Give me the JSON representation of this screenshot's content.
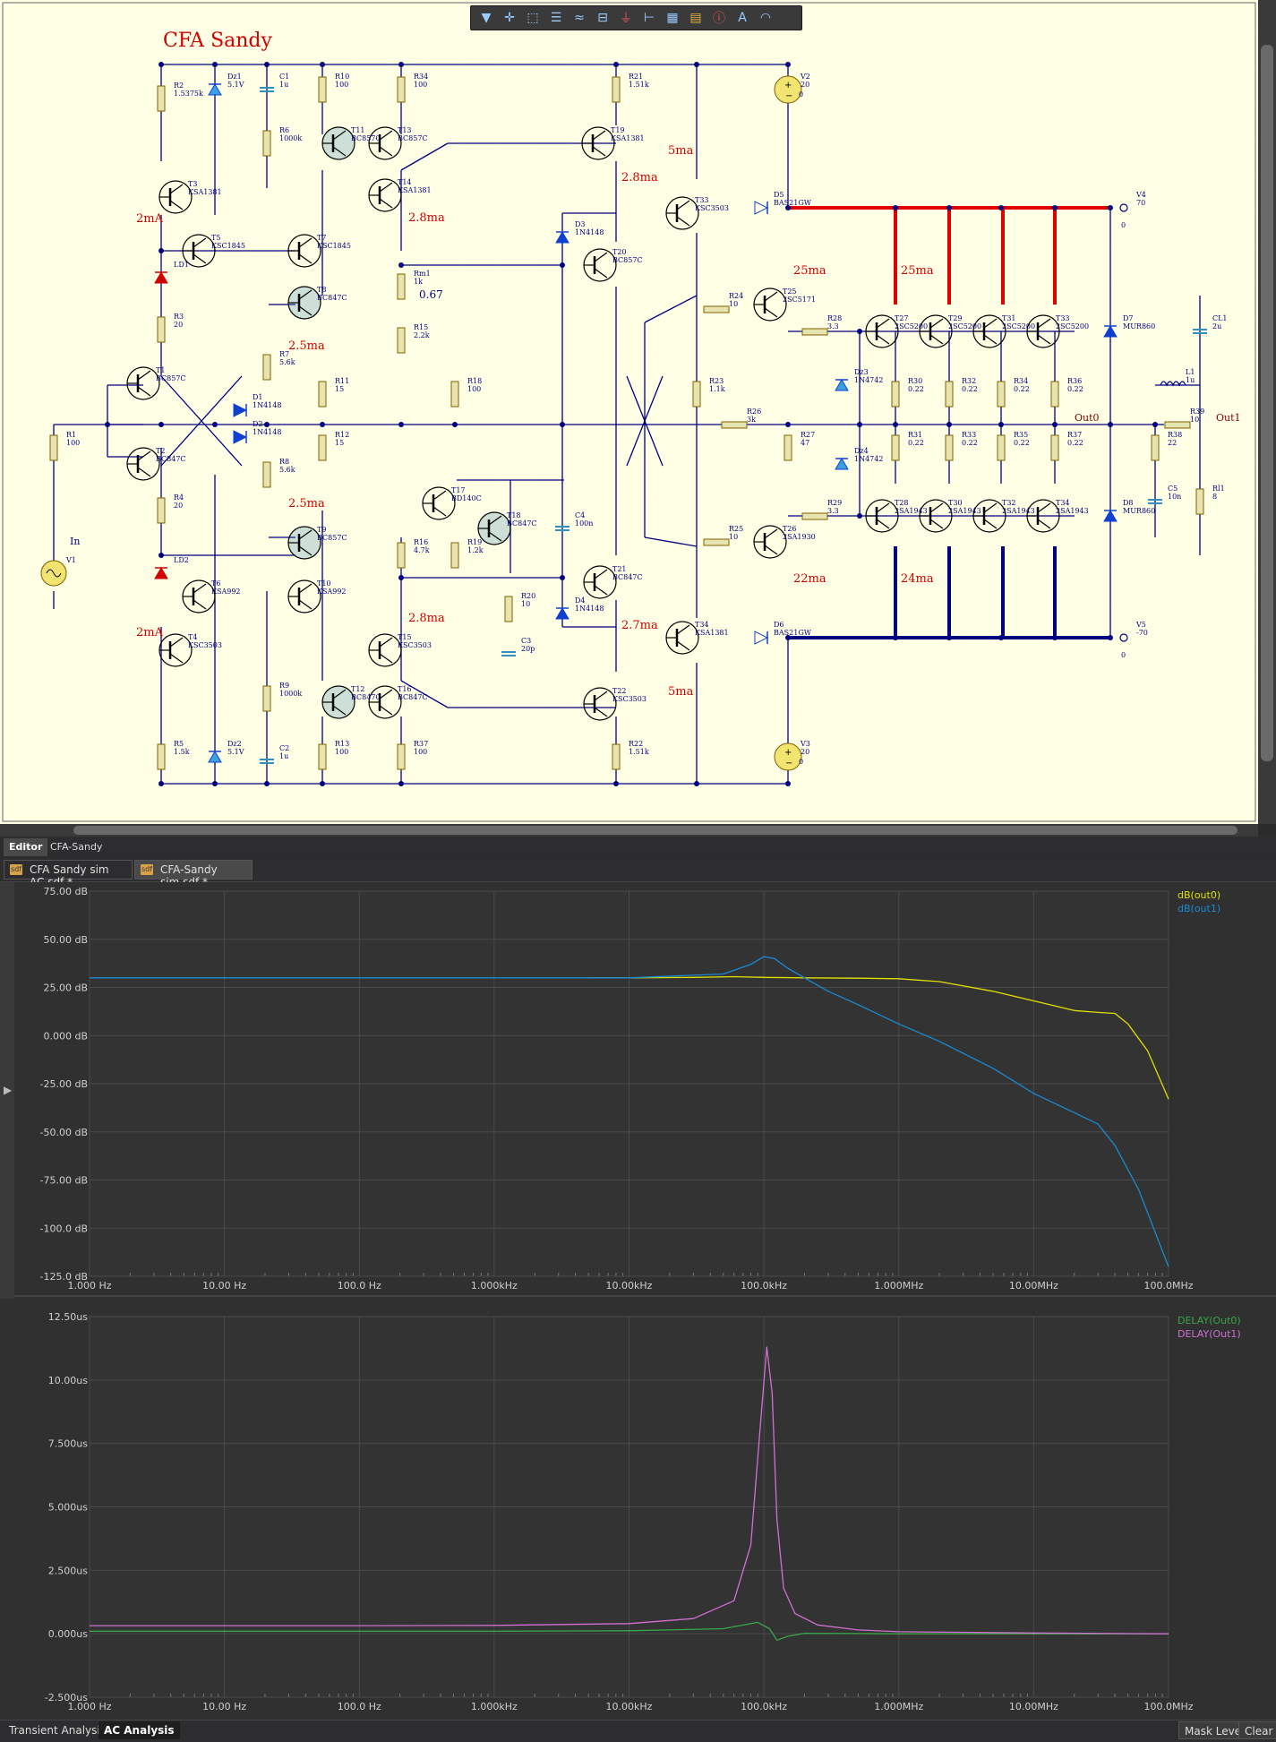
{
  "schematic": {
    "title": "CFA Sandy",
    "current_labels": [
      {
        "id": "c1",
        "text": "2mA"
      },
      {
        "id": "c2",
        "text": "2mA"
      },
      {
        "id": "c3",
        "text": "2.5ma"
      },
      {
        "id": "c4",
        "text": "2.5ma"
      },
      {
        "id": "c5",
        "text": "2.8ma"
      },
      {
        "id": "c6",
        "text": "2.8ma"
      },
      {
        "id": "c7",
        "text": "2.8ma"
      },
      {
        "id": "c8",
        "text": "5ma"
      },
      {
        "id": "c9",
        "text": "2.7ma"
      },
      {
        "id": "c10",
        "text": "5ma"
      },
      {
        "id": "c11",
        "text": "25ma"
      },
      {
        "id": "c12",
        "text": "25ma"
      },
      {
        "id": "c13",
        "text": "22ma"
      },
      {
        "id": "c14",
        "text": "24ma"
      }
    ],
    "components": [
      {
        "id": "R2",
        "name": "R2",
        "value": "1.5375k"
      },
      {
        "id": "Dz1",
        "name": "Dz1",
        "value": "5.1V"
      },
      {
        "id": "C1",
        "name": "C1",
        "value": "1u"
      },
      {
        "id": "R10",
        "name": "R10",
        "value": "100"
      },
      {
        "id": "R34",
        "name": "R34",
        "value": "100"
      },
      {
        "id": "R21",
        "name": "R21",
        "value": "1.51k"
      },
      {
        "id": "T11",
        "name": "T11",
        "value": "BC857C"
      },
      {
        "id": "T13",
        "name": "T13",
        "value": "BC857C"
      },
      {
        "id": "T19",
        "name": "T19",
        "value": "KSA1381"
      },
      {
        "id": "R6",
        "name": "R6",
        "value": "1000k"
      },
      {
        "id": "T3",
        "name": "T3",
        "value": "KSA1381"
      },
      {
        "id": "T14",
        "name": "T14",
        "value": "KSA1381"
      },
      {
        "id": "T33a",
        "name": "T33",
        "value": "KSC3503"
      },
      {
        "id": "T5",
        "name": "T5",
        "value": "KSC1845"
      },
      {
        "id": "T7",
        "name": "T7",
        "value": "KSC1845"
      },
      {
        "id": "D3",
        "name": "D3",
        "value": "1N4148"
      },
      {
        "id": "T20",
        "name": "T20",
        "value": "BC857C"
      },
      {
        "id": "D5",
        "name": "D5",
        "value": "BAS21GW"
      },
      {
        "id": "LD1",
        "name": "LD1",
        "value": ""
      },
      {
        "id": "T8",
        "name": "T8",
        "value": "BC847C"
      },
      {
        "id": "Rm1",
        "name": "Rm1",
        "value": "1k"
      },
      {
        "id": "R24",
        "name": "R24",
        "value": "10"
      },
      {
        "id": "T25",
        "name": "T25",
        "value": "2SC5171"
      },
      {
        "id": "R3",
        "name": "R3",
        "value": "20"
      },
      {
        "id": "R7",
        "name": "R7",
        "value": "5.6k"
      },
      {
        "id": "R15",
        "name": "R15",
        "value": "2.2k"
      },
      {
        "id": "R28",
        "name": "R28",
        "value": "3.3"
      },
      {
        "id": "T1",
        "name": "T1",
        "value": "BC857C"
      },
      {
        "id": "D1",
        "name": "D1",
        "value": "1N4148"
      },
      {
        "id": "R11",
        "name": "R11",
        "value": "15"
      },
      {
        "id": "R18",
        "name": "R18",
        "value": "100"
      },
      {
        "id": "R23",
        "name": "R23",
        "value": "1.1k"
      },
      {
        "id": "R1",
        "name": "R1",
        "value": "100"
      },
      {
        "id": "D2",
        "name": "D2",
        "value": "1N4148"
      },
      {
        "id": "R12",
        "name": "R12",
        "value": "15"
      },
      {
        "id": "R26",
        "name": "R26",
        "value": "3k"
      },
      {
        "id": "R27",
        "name": "R27",
        "value": "47"
      },
      {
        "id": "T2",
        "name": "T2",
        "value": "BC847C"
      },
      {
        "id": "R8",
        "name": "R8",
        "value": "5.6k"
      },
      {
        "id": "T17",
        "name": "T17",
        "value": "BD140C"
      },
      {
        "id": "T18",
        "name": "T18",
        "value": "BC847C"
      },
      {
        "id": "R4",
        "name": "R4",
        "value": "20"
      },
      {
        "id": "T9",
        "name": "T9",
        "value": "BC857C"
      },
      {
        "id": "C4",
        "name": "C4",
        "value": "100n"
      },
      {
        "id": "R16",
        "name": "R16",
        "value": "4.7k"
      },
      {
        "id": "R19",
        "name": "R19",
        "value": "1.2k"
      },
      {
        "id": "R25",
        "name": "R25",
        "value": "10"
      },
      {
        "id": "T26",
        "name": "T26",
        "value": "2SA1930"
      },
      {
        "id": "R29",
        "name": "R29",
        "value": "3.3"
      },
      {
        "id": "V1",
        "name": "V1",
        "value": ""
      },
      {
        "id": "LD2",
        "name": "LD2",
        "value": ""
      },
      {
        "id": "T6",
        "name": "T6",
        "value": "KSA992"
      },
      {
        "id": "T10",
        "name": "T10",
        "value": "KSA992"
      },
      {
        "id": "T21",
        "name": "T21",
        "value": "BC847C"
      },
      {
        "id": "R20",
        "name": "R20",
        "value": "10"
      },
      {
        "id": "D4",
        "name": "D4",
        "value": "1N4148"
      },
      {
        "id": "T4",
        "name": "T4",
        "value": "KSC3503"
      },
      {
        "id": "T15",
        "name": "T15",
        "value": "KSC3503"
      },
      {
        "id": "T34",
        "name": "T34",
        "value": "KSA1381"
      },
      {
        "id": "D6",
        "name": "D6",
        "value": "BAS21GW"
      },
      {
        "id": "C3",
        "name": "C3",
        "value": "20p"
      },
      {
        "id": "R9",
        "name": "R9",
        "value": "1000k"
      },
      {
        "id": "T12",
        "name": "T12",
        "value": "BC847C"
      },
      {
        "id": "T16",
        "name": "T16",
        "value": "BC847C"
      },
      {
        "id": "T22",
        "name": "T22",
        "value": "KSC3503"
      },
      {
        "id": "R5",
        "name": "R5",
        "value": "1.5k"
      },
      {
        "id": "Dz2",
        "name": "Dz2",
        "value": "5.1V"
      },
      {
        "id": "C2",
        "name": "C2",
        "value": "1u"
      },
      {
        "id": "R13",
        "name": "R13",
        "value": "100"
      },
      {
        "id": "R37",
        "name": "R37",
        "value": "100"
      },
      {
        "id": "R22",
        "name": "R22",
        "value": "1.51k"
      },
      {
        "id": "T27",
        "name": "T27",
        "value": "2SC5200"
      },
      {
        "id": "T29",
        "name": "T29",
        "value": "2SC5200"
      },
      {
        "id": "T31",
        "name": "T31",
        "value": "2SC5200"
      },
      {
        "id": "T33b",
        "name": "T33",
        "value": "2SC5200"
      },
      {
        "id": "T28",
        "name": "T28",
        "value": "2SA1943"
      },
      {
        "id": "T30",
        "name": "T30",
        "value": "2SA1943"
      },
      {
        "id": "T32",
        "name": "T32",
        "value": "2SA1943"
      },
      {
        "id": "T34b",
        "name": "T34",
        "value": "2SA1943"
      },
      {
        "id": "R30",
        "name": "R30",
        "value": "0.22"
      },
      {
        "id": "R32",
        "name": "R32",
        "value": "0.22"
      },
      {
        "id": "R34b",
        "name": "R34",
        "value": "0.22"
      },
      {
        "id": "R36",
        "name": "R36",
        "value": "0.22"
      },
      {
        "id": "R31",
        "name": "R31",
        "value": "0.22"
      },
      {
        "id": "R33",
        "name": "R33",
        "value": "0.22"
      },
      {
        "id": "R35",
        "name": "R35",
        "value": "0.22"
      },
      {
        "id": "R37b",
        "name": "R37",
        "value": "0.22"
      },
      {
        "id": "Dz3",
        "name": "Dz3",
        "value": "1N4742"
      },
      {
        "id": "Dz4",
        "name": "Dz4",
        "value": "1N4742"
      },
      {
        "id": "D7",
        "name": "D7",
        "value": "MUR860"
      },
      {
        "id": "D8",
        "name": "D8",
        "value": "MUR860"
      },
      {
        "id": "V2",
        "name": "V2",
        "value": "20"
      },
      {
        "id": "V3",
        "name": "V3",
        "value": "20"
      },
      {
        "id": "V4",
        "name": "V4",
        "value": "70"
      },
      {
        "id": "V5",
        "name": "V5",
        "value": "-70"
      },
      {
        "id": "L1",
        "name": "L1",
        "value": "1u"
      },
      {
        "id": "CL1",
        "name": "CL1",
        "value": "2u"
      },
      {
        "id": "R38",
        "name": "R38",
        "value": "22"
      },
      {
        "id": "C5",
        "name": "C5",
        "value": "10n"
      },
      {
        "id": "R39",
        "name": "R39",
        "value": "10"
      },
      {
        "id": "RL1",
        "name": "Rl1",
        "value": "8"
      }
    ],
    "extra_labels": {
      "pot_value": "0.67",
      "in": "In",
      "out0": "Out0",
      "out1": "Out1",
      "v4_sub": "0",
      "v5_sub": "0",
      "v2_sub": "0",
      "v3_sub": "0"
    }
  },
  "tabs": {
    "editor": "Editor",
    "cfa": "CFA-Sandy"
  },
  "doc_tabs": [
    {
      "label": "CFA Sandy sim AC.sdf *",
      "icon": "sdf"
    },
    {
      "label": "CFA-Sandy sim.sdf *",
      "icon": "sdf"
    }
  ],
  "bottom": {
    "transient": "Transient Analysis",
    "ac": "AC Analysis",
    "mask": "Mask Level",
    "clear": "Clear"
  },
  "colors": {
    "wire": "#000080",
    "rail_pos": "#e00000",
    "rail_neg": "#000080",
    "out0": "#e0e000",
    "out1": "#1a8ad4",
    "delay0": "#3aa64a",
    "delay1": "#d070d0",
    "grid": "#4a4a4a"
  },
  "chart_data": [
    {
      "type": "line",
      "title": "",
      "xscale": "log",
      "xlim": [
        1,
        100000000
      ],
      "ylim": [
        -125,
        75
      ],
      "xticks": [
        "1.000 Hz",
        "10.00 Hz",
        "100.0 Hz",
        "1.000kHz",
        "10.00kHz",
        "100.0kHz",
        "1.000MHz",
        "10.00MHz",
        "100.0MHz"
      ],
      "yticks": [
        "75.00 dB",
        "50.00 dB",
        "25.00 dB",
        "0.000 dB",
        "-25.00 dB",
        "-50.00 dB",
        "-75.00 dB",
        "-100.0 dB",
        "-125.0 dB"
      ],
      "series": [
        {
          "name": "dB(out0)",
          "color": "#e0e000",
          "x": [
            5000,
            10000,
            30000,
            60000,
            100000,
            200000,
            500000,
            1000000,
            2000000,
            5000000,
            10000000,
            20000000,
            30000000,
            40000000,
            50000000,
            70000000,
            100000000
          ],
          "y": [
            30,
            30,
            30.2,
            30.6,
            30.2,
            30,
            29.8,
            29.5,
            28,
            23,
            18,
            13,
            12,
            11.5,
            6,
            -8,
            -33
          ]
        },
        {
          "name": "dB(out1)",
          "color": "#1a8ad4",
          "x": [
            1,
            10,
            100,
            1000,
            10000,
            50000,
            80000,
            100000,
            120000,
            150000,
            200000,
            300000,
            500000,
            1000000,
            2000000,
            5000000,
            10000000,
            20000000,
            30000000,
            40000000,
            60000000,
            100000000
          ],
          "y": [
            30,
            30,
            30,
            30,
            30,
            32,
            37,
            41,
            40,
            35,
            30,
            23,
            16,
            6,
            -3,
            -17,
            -30,
            -40,
            -46,
            -57,
            -80,
            -120
          ]
        }
      ]
    },
    {
      "type": "line",
      "title": "",
      "xscale": "log",
      "xlim": [
        1,
        100000000
      ],
      "ylim": [
        -2.5,
        12.5
      ],
      "xticks": [
        "1.000 Hz",
        "10.00 Hz",
        "100.0 Hz",
        "1.000kHz",
        "10.00kHz",
        "100.0kHz",
        "1.000MHz",
        "10.00MHz",
        "100.0MHz"
      ],
      "yticks": [
        "12.50us",
        "10.00us",
        "7.500us",
        "5.000us",
        "2.500us",
        "0.000us",
        "-2.500us"
      ],
      "series": [
        {
          "name": "DELAY(Out0)",
          "color": "#3aa64a",
          "x": [
            1,
            1000,
            10000,
            50000,
            90000,
            110000,
            125000,
            150000,
            200000,
            500000,
            1000000,
            100000000
          ],
          "y": [
            0.1,
            0.1,
            0.12,
            0.2,
            0.45,
            0.2,
            -0.25,
            -0.1,
            0.02,
            0.01,
            0.0,
            0.0
          ]
        },
        {
          "name": "DELAY(Out1)",
          "color": "#d070d0",
          "x": [
            1,
            100,
            1000,
            10000,
            30000,
            60000,
            80000,
            95000,
            105000,
            115000,
            125000,
            140000,
            170000,
            250000,
            500000,
            1000000,
            10000000,
            100000000
          ],
          "y": [
            0.32,
            0.32,
            0.33,
            0.4,
            0.6,
            1.3,
            3.5,
            8.5,
            11.3,
            9.5,
            4.5,
            1.8,
            0.8,
            0.35,
            0.15,
            0.08,
            0.03,
            0.0
          ]
        }
      ]
    }
  ]
}
